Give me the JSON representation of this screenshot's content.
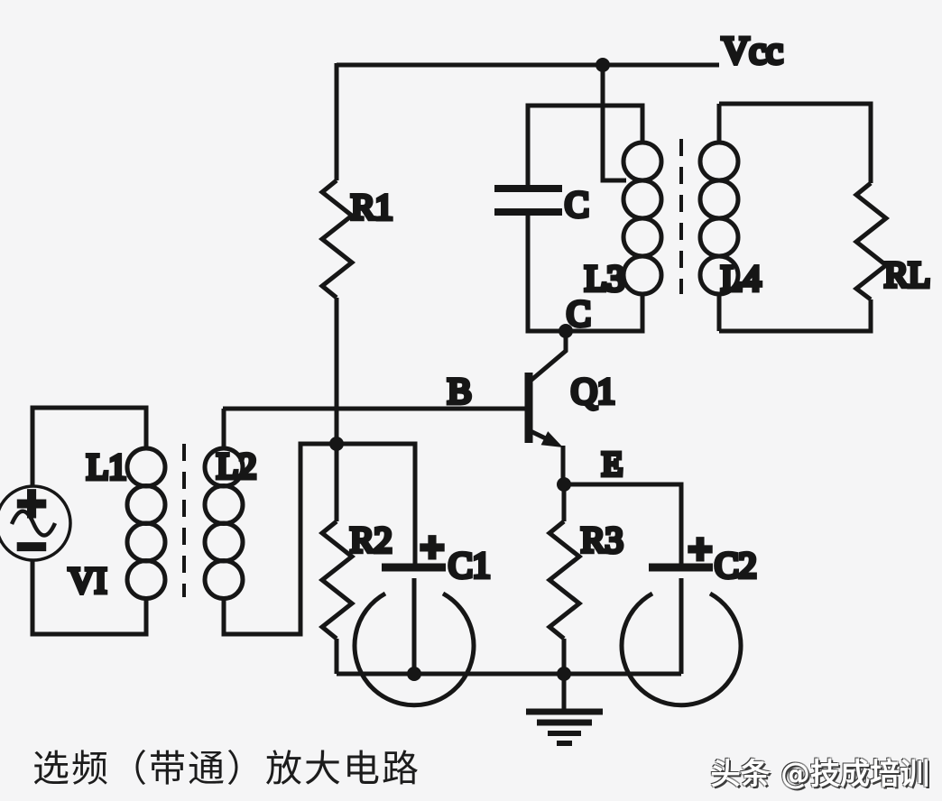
{
  "diagram_type": "circuit-schematic",
  "caption": "选频（带通）放大电路",
  "watermark": "头条 @技成培训",
  "labels": {
    "vcc": "Vcc",
    "r1": "R1",
    "r2": "R2",
    "r3": "R3",
    "rl": "RL",
    "c": "C",
    "c1": "C1",
    "c2": "C2",
    "l1": "L1",
    "l2": "L2",
    "l3": "L3",
    "l4": "L4",
    "q1": "Q1",
    "base": "B",
    "collector": "C",
    "emitter": "E",
    "vi": "VI",
    "plus": "+",
    "minus": "−"
  },
  "colors": {
    "background": "#f5f5f6",
    "line": "#161616",
    "label": "#1c1c1c",
    "watermark_text": "#ffffff",
    "watermark_shadow": "#3c3c3c"
  }
}
